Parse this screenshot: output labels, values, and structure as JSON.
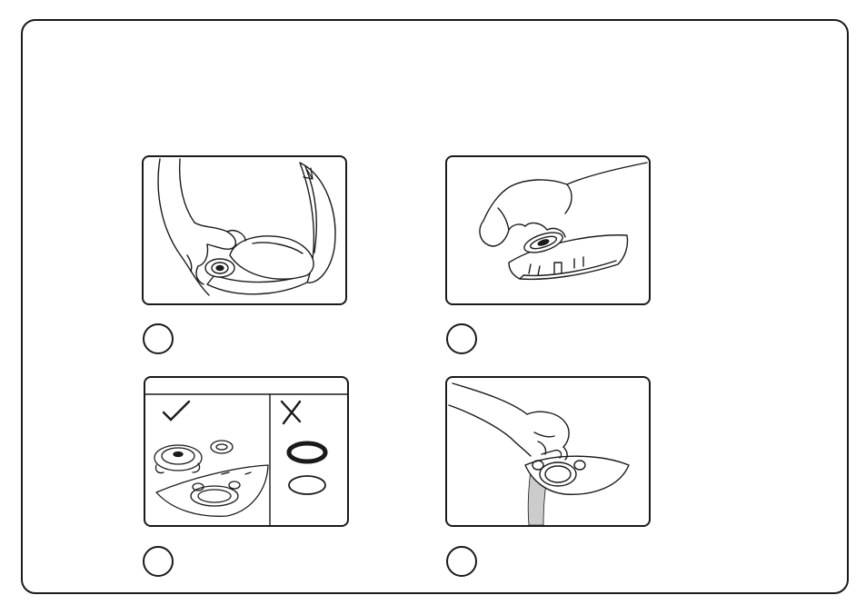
{
  "steps": [
    {
      "number": "",
      "illustration": "remove-seal-from-lid"
    },
    {
      "number": "",
      "illustration": "pull-seal-from-cover"
    },
    {
      "number": "",
      "illustration": "correct-vs-incorrect-seal"
    },
    {
      "number": "",
      "illustration": "rinse-seal-under-water"
    }
  ],
  "colors": {
    "line": "#1a1a1a",
    "background": "#ffffff",
    "shade": "#cccccc"
  }
}
